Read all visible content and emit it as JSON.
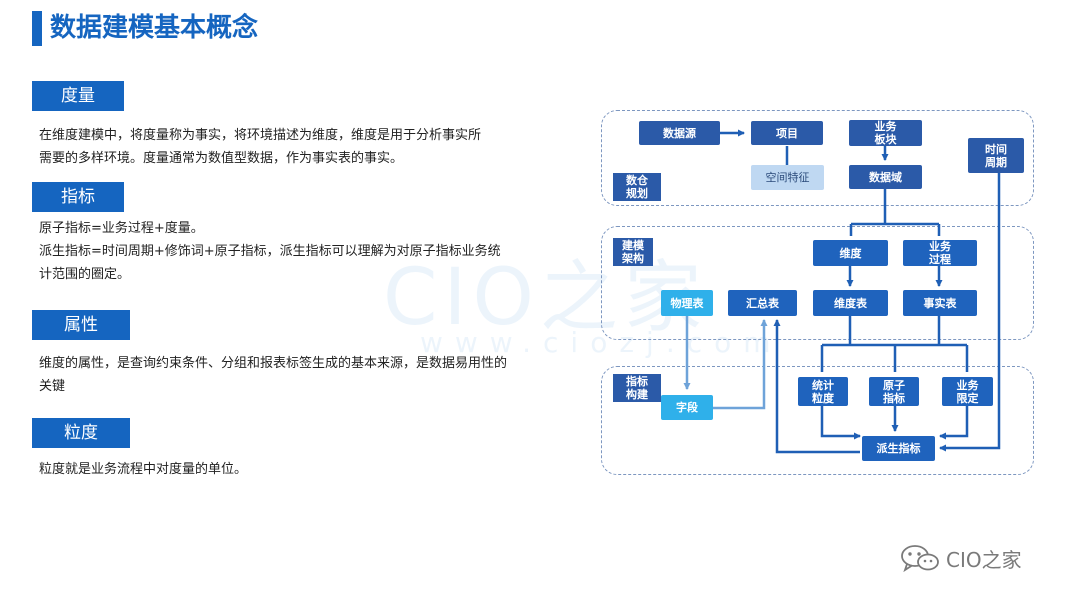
{
  "header": {
    "title": "数据建模基本概念"
  },
  "sections": [
    {
      "heading": "度量",
      "lines": [
        "在维度建模中，将度量称为事实，将环境描述为维度，维度是用于分析事实所",
        "需要的多样环境。度量通常为数值型数据，作为事实表的事实。"
      ]
    },
    {
      "heading": "指标",
      "lines": [
        "原子指标=业务过程+度量。",
        "派生指标=时间周期+修饰词+原子指标，派生指标可以理解为对原子指标业务统",
        "计范围的圈定。"
      ]
    },
    {
      "heading": "属性",
      "lines": [
        "维度的属性，是查询约束条件、分组和报表标签生成的基本来源，是数据易用性的",
        "关键"
      ]
    },
    {
      "heading": "粒度",
      "lines": [
        "粒度就是业务流程中对度量的单位。"
      ]
    }
  ],
  "watermark": {
    "main": "CIO之家",
    "url": "www.ciozj.com"
  },
  "diagram": {
    "groups": [
      "数仓\n规划",
      "建模\n架构",
      "指标\n构建"
    ],
    "nodes": {
      "datasource": "数据源",
      "project": "项目",
      "space_feature": "空间特征",
      "biz_section": "业务\n板块",
      "data_domain": "数据域",
      "time_period": "时间\n周期",
      "dimension": "维度",
      "biz_process": "业务\n过程",
      "physical_table": "物理表",
      "summary_table": "汇总表",
      "dim_table": "维度表",
      "fact_table": "事实表",
      "field": "字段",
      "stat_granularity": "统计\n粒度",
      "atomic_metric": "原子\n指标",
      "biz_limit": "业务\n限定",
      "derived_metric": "派生指标"
    }
  },
  "brand": {
    "text": "CIO之家",
    "icon": "wechat-icon"
  },
  "colors": {
    "primary": "#1565c0",
    "node_dark": "#2b5aa8",
    "node_light": "#bfd8f2",
    "node_cyan": "#2fb0ea"
  }
}
